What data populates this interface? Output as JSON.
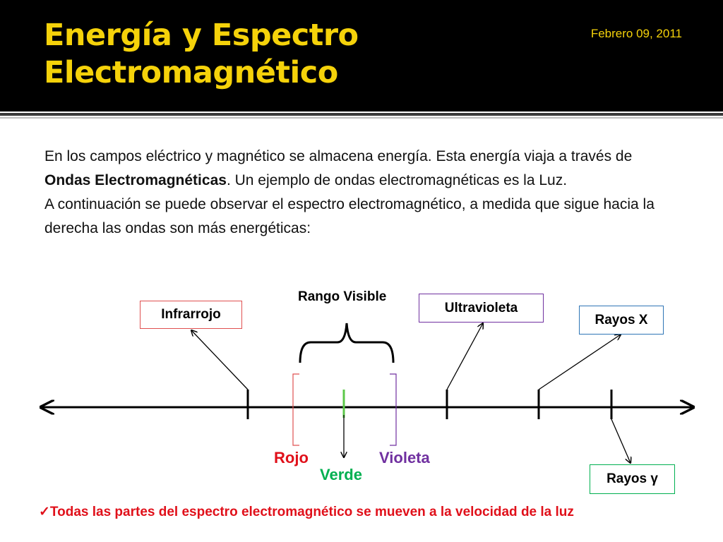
{
  "slide": {
    "title_line1": "Energía y Espectro",
    "title_line2": "Electromagnético",
    "date": "Febrero 09, 2011"
  },
  "intro": {
    "p1_a": "En los campos eléctrico y magnético se almacena energía. Esta energía viaja a través de ",
    "p1_bold": "Ondas Electromagnéticas",
    "p1_b": ". Un ejemplo de ondas electromagnéticas es la Luz.",
    "p2": "A continuación se puede observar el espectro electromagnético, a medida que sigue hacia la derecha las ondas son más energéticas:"
  },
  "spectrum": {
    "rango_visible": "Rango Visible",
    "infrarrojo": "Infrarrojo",
    "ultravioleta": "Ultravioleta",
    "rayos_x": "Rayos X",
    "rayos_gamma": "Rayos γ",
    "rojo": "Rojo",
    "verde": "Verde",
    "violeta": "Violeta"
  },
  "colors": {
    "title": "#f5d20a",
    "infrarrojo_border": "#e05050",
    "ultravioleta_border": "#7030a0",
    "rayos_x_border": "#2e75b6",
    "rayos_gamma_border": "#00b050",
    "rojo": "#e0101a",
    "verde": "#00b050",
    "violeta": "#7030a0",
    "note": "#e0101a"
  },
  "note": {
    "check_icon": "check-icon",
    "text": "Todas las partes del espectro electromagnético se mueven a la velocidad de la luz"
  }
}
